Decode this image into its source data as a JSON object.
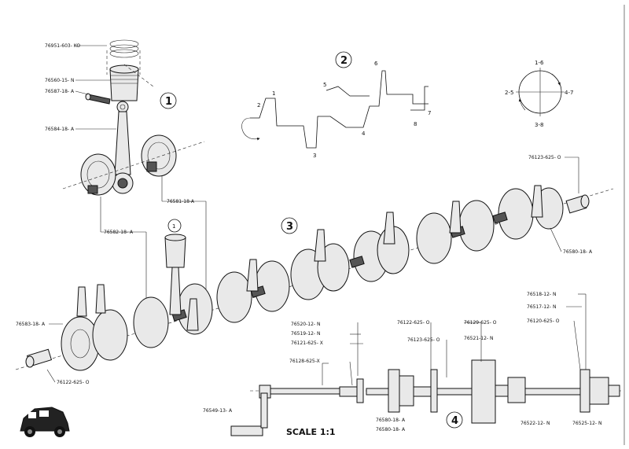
{
  "callouts": {
    "c1": "1",
    "c2": "2",
    "c3": "3",
    "c4": "4",
    "c1b": "1"
  },
  "scale_label": "SCALE 1:1",
  "firing_order": {
    "top": "1-6",
    "left": "2-5",
    "right": "4-7",
    "bottom": "3-8"
  },
  "throw_numbers": [
    "1",
    "2",
    "3",
    "4",
    "5",
    "6",
    "7",
    "8"
  ],
  "part_numbers": {
    "rings": "76951-603- KO",
    "piston": "76560-15- N",
    "pin": "76587-18- A",
    "rod": "76584-18- A",
    "web_upper": "76581-18-A",
    "web_lower": "76582-18- A",
    "nose_front": "76583-18- A",
    "front_key": "76122-625- O",
    "rear_key": "76123-625- O",
    "rear_web": "76580-18- A",
    "sec4_a": "76520-12- N",
    "sec4_b": "76519-12- N",
    "sec4_c": "76121-625- X",
    "sec4_d": "76128-625-X",
    "sec4_e": "76122-625- O",
    "sec4_f": "76123-625- O",
    "sec4_g": "76129-625- O",
    "sec4_h": "76521-12- N",
    "sec4_i": "76518-12- N",
    "sec4_j": "76517-12- N",
    "sec4_k": "76120-625- O",
    "sec4_l": "76549-13- A",
    "sec4_m": "76580-18- A",
    "sec4_n": "76580-18- A",
    "sec4_o": "76522-12- N",
    "sec4_p": "76525-12- N"
  },
  "logo": "car-logo"
}
